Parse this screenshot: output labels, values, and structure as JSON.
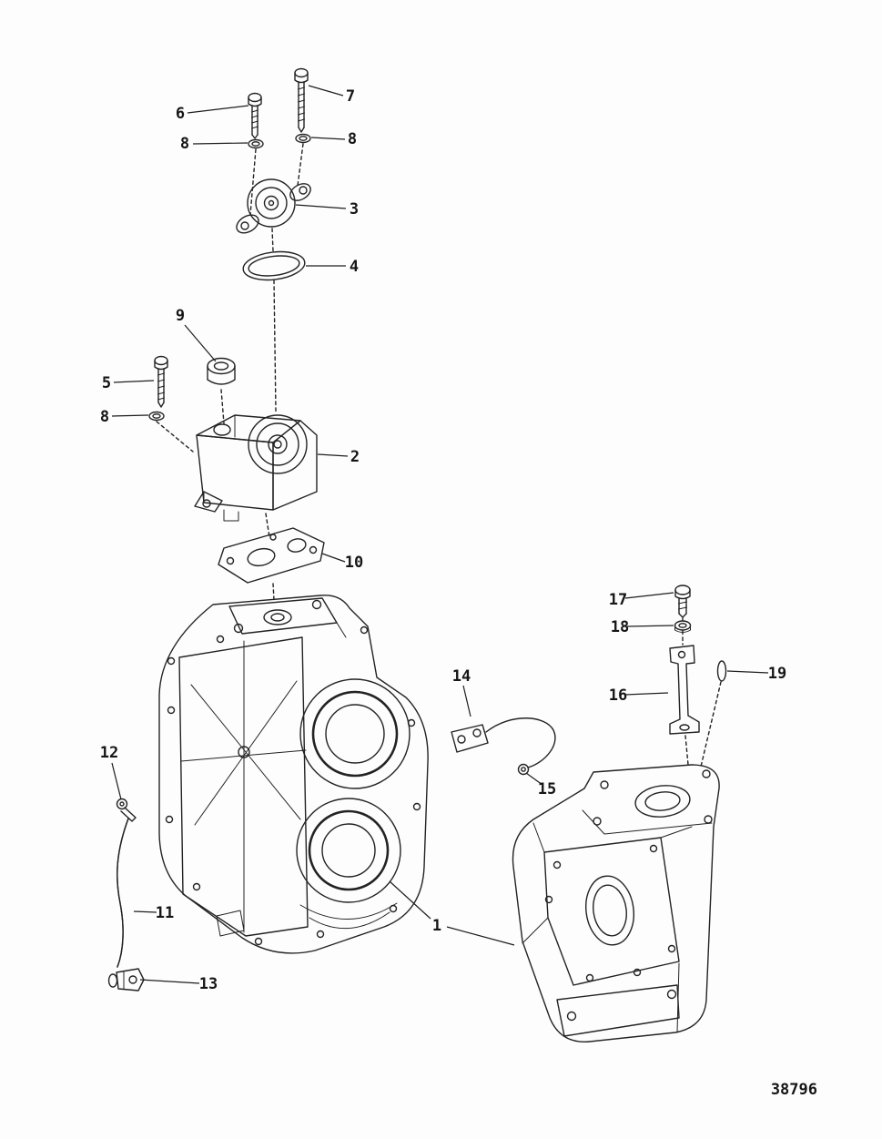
{
  "figure": {
    "number": "38796"
  },
  "callouts": [
    {
      "label": "7"
    },
    {
      "label": "6"
    },
    {
      "label": "8"
    },
    {
      "label": "8"
    },
    {
      "label": "3"
    },
    {
      "label": "4"
    },
    {
      "label": "9"
    },
    {
      "label": "5"
    },
    {
      "label": "8"
    },
    {
      "label": "2"
    },
    {
      "label": "10"
    },
    {
      "label": "12"
    },
    {
      "label": "11"
    },
    {
      "label": "13"
    },
    {
      "label": "1"
    },
    {
      "label": "14"
    },
    {
      "label": "15"
    },
    {
      "label": "17"
    },
    {
      "label": "18"
    },
    {
      "label": "16"
    },
    {
      "label": "19"
    }
  ]
}
